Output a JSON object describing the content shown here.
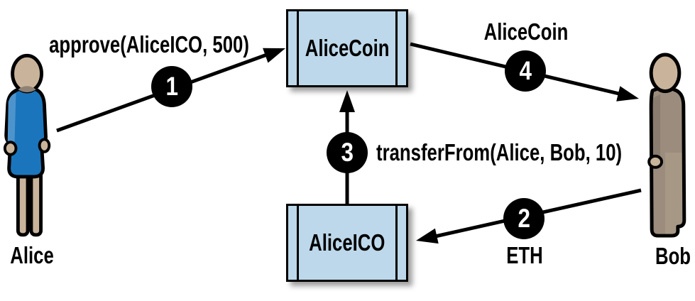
{
  "actors": {
    "alice": {
      "label": "Alice"
    },
    "bob": {
      "label": "Bob"
    }
  },
  "contracts": {
    "alicecoin": {
      "label": "AliceCoin"
    },
    "aliceico": {
      "label": "AliceICO"
    }
  },
  "steps": {
    "s1": {
      "number": "1",
      "label": "approve(AliceICO, 500)",
      "from": "Alice",
      "to": "AliceCoin"
    },
    "s2": {
      "number": "2",
      "label": "ETH",
      "from": "Bob",
      "to": "AliceICO"
    },
    "s3": {
      "number": "3",
      "label": "transferFrom(Alice, Bob, 10)",
      "from": "AliceICO",
      "to": "AliceCoin"
    },
    "s4": {
      "number": "4",
      "label": "AliceCoin",
      "from": "AliceCoin",
      "to": "Bob"
    }
  },
  "colors": {
    "box_fill": "#bdd8ea",
    "box_border": "#000000",
    "badge_bg": "#000000",
    "badge_text": "#ffffff",
    "arrow": "#000000",
    "skin": "#c9b49b",
    "alice_dress": "#1b75bc",
    "alice_dress_light": "#4e94cc",
    "bob_suit": "#9b8c7d",
    "bob_suit_dark": "#8a7c6e",
    "bob_suit_light": "#a79886"
  }
}
